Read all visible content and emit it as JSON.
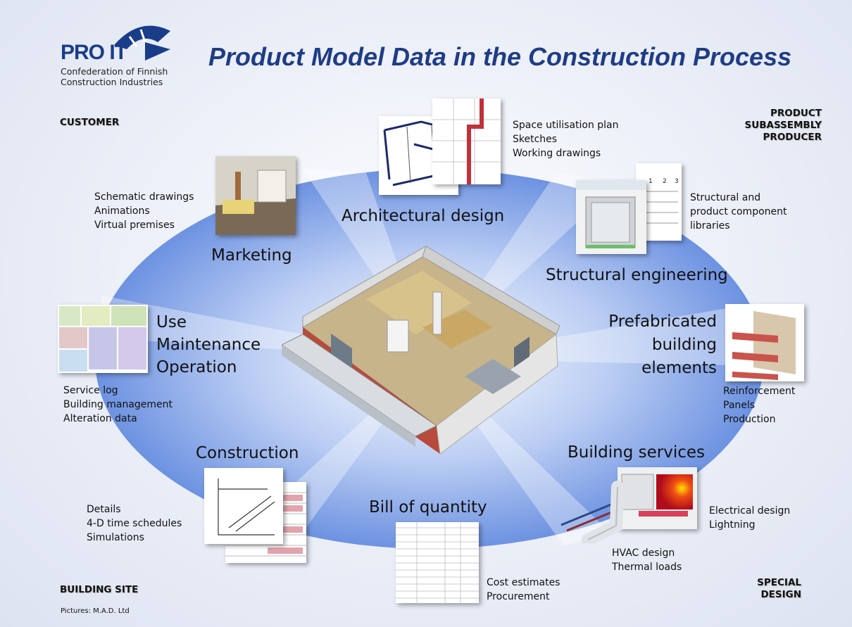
{
  "logo": {
    "name": "PRO IT",
    "subtitle_lines": [
      "Confederation of Finnish",
      "Construction Industries"
    ]
  },
  "title": "Product Model Data in the Construction Process",
  "corners": {
    "customer": "CUSTOMER",
    "product_producer_lines": [
      "PRODUCT",
      "SUBASSEMBLY",
      "PRODUCER"
    ],
    "building_site": "BUILDING SITE",
    "special_design_lines": [
      "SPECIAL",
      "DESIGN"
    ]
  },
  "pictures_credit": "Pictures: M.A.D. Ltd",
  "stages": {
    "architectural": {
      "title": "Architectural design",
      "items": [
        "Space utilisation plan",
        "Sketches",
        "Working drawings"
      ]
    },
    "structural": {
      "title": "Structural engineering",
      "items": [
        "Structural and",
        "product component",
        "libraries"
      ]
    },
    "prefabricated": {
      "title_lines": [
        "Prefabricated",
        "building",
        "elements"
      ],
      "items": [
        "Reinforcement",
        "Panels",
        "Production"
      ]
    },
    "services": {
      "title": "Building services",
      "items_right": [
        "Electrical design",
        "Lightning"
      ],
      "items_below": [
        "HVAC design",
        "Thermal loads"
      ]
    },
    "quantity": {
      "title": "Bill of quantity",
      "items": [
        "Cost estimates",
        "Procurement"
      ]
    },
    "construction": {
      "title": "Construction",
      "items": [
        "Details",
        "4-D time schedules",
        "Simulations"
      ]
    },
    "use": {
      "title_lines": [
        "Use",
        "Maintenance",
        "Operation"
      ],
      "items": [
        "Service log",
        "Building management",
        "Alteration data"
      ]
    },
    "marketing": {
      "title": "Marketing",
      "items": [
        "Schematic drawings",
        "Animations",
        "Virtual premises"
      ]
    }
  },
  "colors": {
    "title": "#1f3c86",
    "logo": "#1a3d8a",
    "ellipse": "#7d9ee6"
  }
}
